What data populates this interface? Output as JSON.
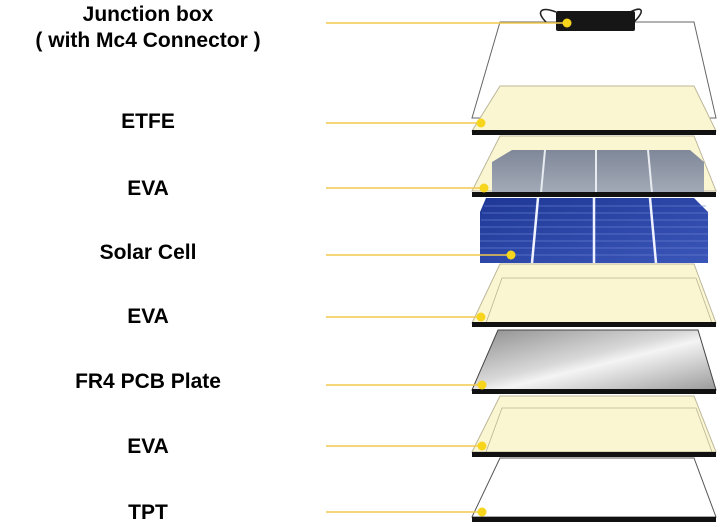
{
  "layers": [
    {
      "id": "junction-box",
      "lines": [
        "Junction box",
        "( with Mc4 Connector )"
      ]
    },
    {
      "id": "etfe",
      "lines": [
        "ETFE"
      ]
    },
    {
      "id": "eva-top",
      "lines": [
        "EVA"
      ]
    },
    {
      "id": "solar-cell",
      "lines": [
        "Solar Cell"
      ]
    },
    {
      "id": "eva-middle",
      "lines": [
        "EVA"
      ]
    },
    {
      "id": "fr4-pcb",
      "lines": [
        "FR4 PCB Plate"
      ]
    },
    {
      "id": "eva-bottom",
      "lines": [
        "EVA"
      ]
    },
    {
      "id": "tpt",
      "lines": [
        "TPT"
      ]
    }
  ],
  "colors": {
    "leader": "#f2c94c",
    "dot": "#f7d51d",
    "eva_fill": "#fbf6d2",
    "cell_blue": "#2e47a6",
    "cell_gray": "#8c96a8",
    "edge": "#111111"
  }
}
